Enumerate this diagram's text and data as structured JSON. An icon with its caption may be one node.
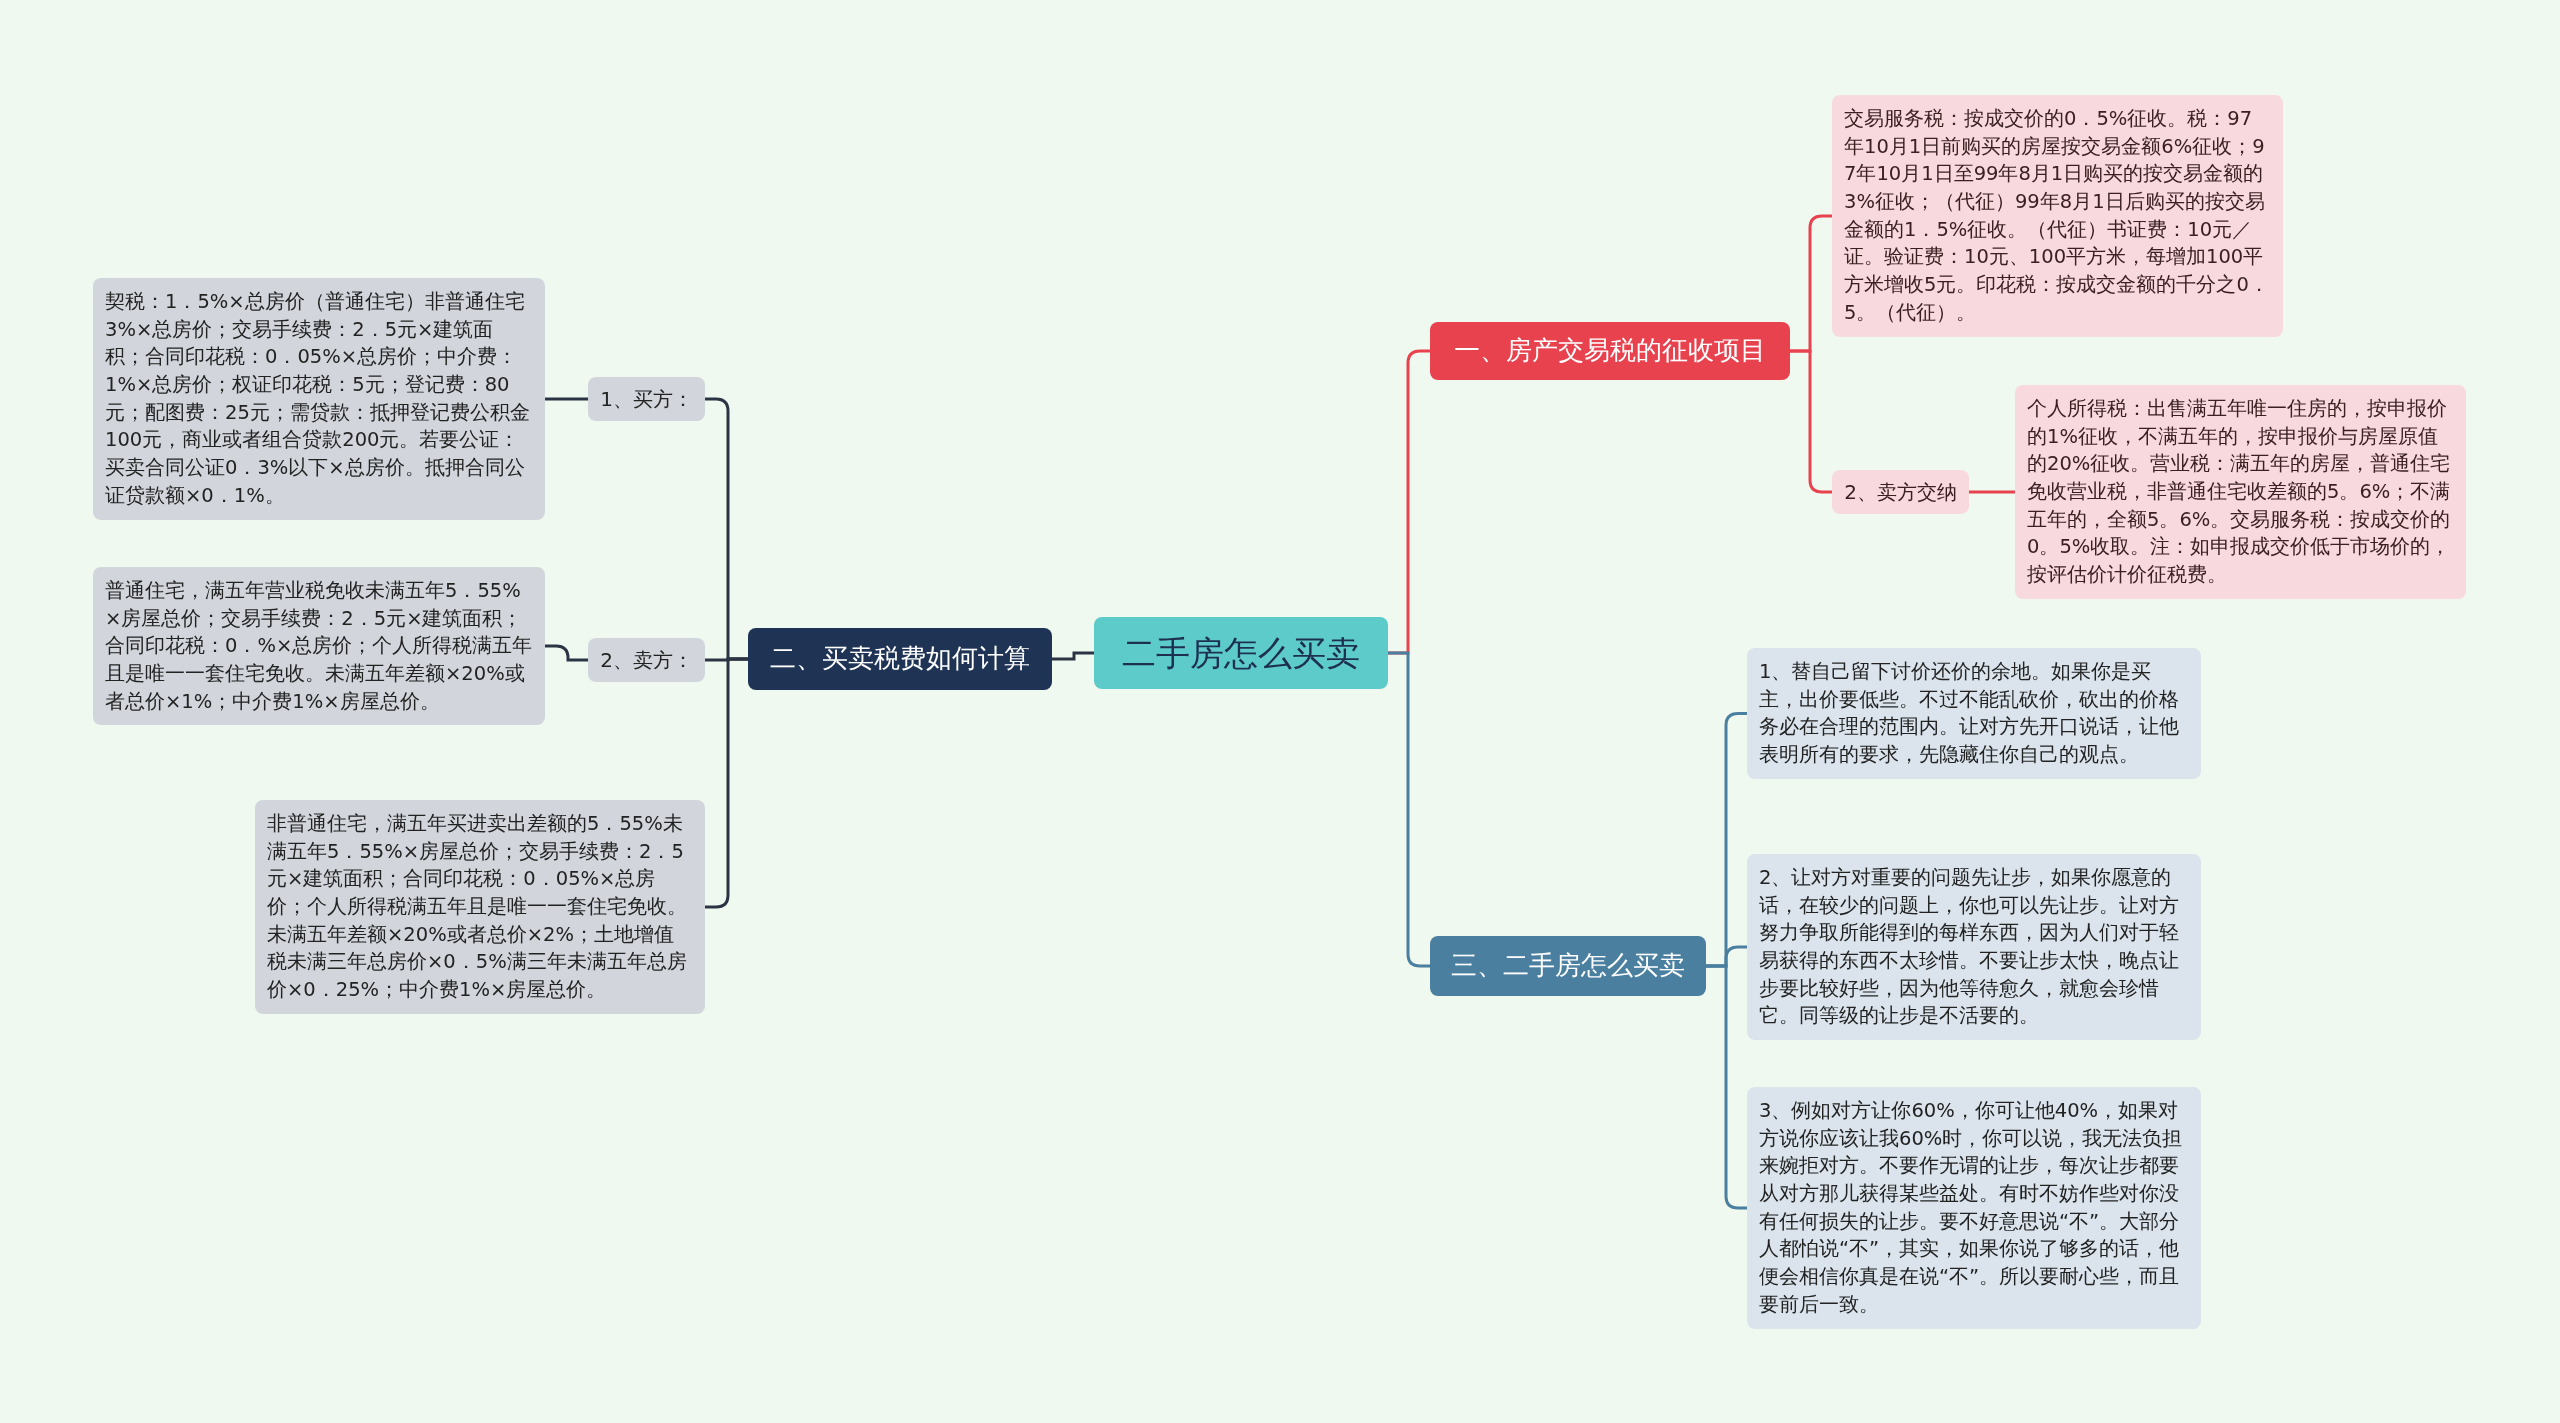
{
  "diagram": {
    "nodes": [
      {
        "text": [
          "二手房怎么买卖"
        ]
      },
      {
        "text": [
          "一、房产交易税的征收项目"
        ]
      },
      {
        "text": [
          "交易服务税：按成交价的0．5%征收。税：97年10月1日前购买的房屋按交易金额6%征收；97年10月1日至99年8月1日购买的按交易金额的3%征收；（代征）99年8月1日后购买的按交易金额的1．5%征收。（代征）书证费：10元／证。验证费：10元、100平方米，每增加100平方米增收5元。印花税：按成交金额的千分之0．5。（代征）。"
        ]
      },
      {
        "text": [
          "2、卖方交纳"
        ]
      },
      {
        "text": [
          "个人所得税：出售满五年唯一住房的，按申报价的1%征收，不满五年的，按申报价与房屋原值的20%征收。营业税：满五年的房屋，普通住宅免收营业税，非普通住宅收差额的5。6%；不满五年的，全额5。6%。交易服务税：按成交价的0。5%收取。注：如申报成交价低于市场价的，按评估价计价征税费。"
        ]
      },
      {
        "text": [
          "二、买卖税费如何计算"
        ]
      },
      {
        "text": [
          "1、买方："
        ]
      },
      {
        "text": [
          "契税：1．5%×总房价（普通住宅）非普通住宅3%×总房价；交易手续费：2．5元×建筑面积；合同印花税：0．05%×总房价；中介费：1%×总房价；权证印花税：5元；登记费：80元；配图费：25元；需贷款：抵押登记费公积金100元，商业或者组合贷款200元。若要公证：买卖合同公证0．3%以下×总房价。抵押合同公证贷款额×0．1%。"
        ]
      },
      {
        "text": [
          "2、卖方："
        ]
      },
      {
        "text": [
          "普通住宅，满五年营业税免收未满五年5．55%×房屋总价；交易手续费：2．5元×建筑面积；合同印花税：0．%×总房价；个人所得税满五年且是唯一一套住宅免收。未满五年差额×20%或者总价×1%；中介费1%×房屋总价。"
        ]
      },
      {
        "text": [
          "非普通住宅，满五年买进卖出差额的5．55%未满五年5．55%×房屋总价；交易手续费：2．5元×建筑面积；合同印花税：0．05%×总房价；个人所得税满五年且是唯一一套住宅免收。未满五年差额×20%或者总价×2%；土地增值税未满三年总房价×0．5%满三年未满五年总房价×0．25%；中介费1%×房屋总价。"
        ]
      },
      {
        "text": [
          "三、二手房怎么买卖"
        ]
      },
      {
        "text": [
          "1、替自己留下讨价还价的余地。如果你是买主，出价要低些。不过不能乱砍价，砍出的价格务必在合理的范围内。让对方先开口说话，让他表明所有的要求，先隐藏住你自己的观点。"
        ]
      },
      {
        "text": [
          "2、让对方对重要的问题先让步，如果你愿意的话，在较少的问题上，你也可以先让步。让对方努力争取所能得到的每样东西，因为人们对于轻易获得的东西不太珍惜。不要让步太快，晚点让步要比较好些，因为他等待愈久，就愈会珍惜它。同等级的让步是不活要的。"
        ]
      },
      {
        "text": [
          "3、例如对方让你60%，你可让他40%，如果对方说你应该让我60%时，你可以说，我无法负担来婉拒对方。不要作无谓的让步，每次让步都要从对方那儿获得某些益处。有时不妨作些对你没有任何损失的让步。要不好意思说“不”。大部分人都怕说“不”，其实，如果你说了够多的话，他便会相信你真是在说“不”。所以要耐心些，而且要前后一致。"
        ]
      }
    ],
    "edges": [
      {
        "from": 0,
        "to": 1,
        "arrow": "none",
        "color": "#e8424f"
      },
      {
        "from": 1,
        "to": 2,
        "arrow": "none",
        "color": "#e8424f"
      },
      {
        "from": 1,
        "to": 3,
        "arrow": "none",
        "color": "#e8424f"
      },
      {
        "from": 3,
        "to": 4,
        "arrow": "none",
        "color": "#e8424f"
      },
      {
        "from": 0,
        "to": 5,
        "arrow": "none"
      },
      {
        "from": 5,
        "to": 6,
        "arrow": "none"
      },
      {
        "from": 6,
        "to": 7,
        "arrow": "none"
      },
      {
        "from": 5,
        "to": 8,
        "arrow": "none"
      },
      {
        "from": 8,
        "to": 9,
        "arrow": "none"
      },
      {
        "from": 5,
        "to": 10,
        "arrow": "none"
      },
      {
        "from": 0,
        "to": 11,
        "arrow": "none",
        "color": "#4a7fa0"
      },
      {
        "from": 11,
        "to": 12,
        "arrow": "none",
        "color": "#4a7fa0"
      },
      {
        "from": 11,
        "to": 13,
        "arrow": "none",
        "color": "#4a7fa0"
      },
      {
        "from": 11,
        "to": 14,
        "arrow": "none",
        "color": "#4a7fa0"
      }
    ]
  }
}
